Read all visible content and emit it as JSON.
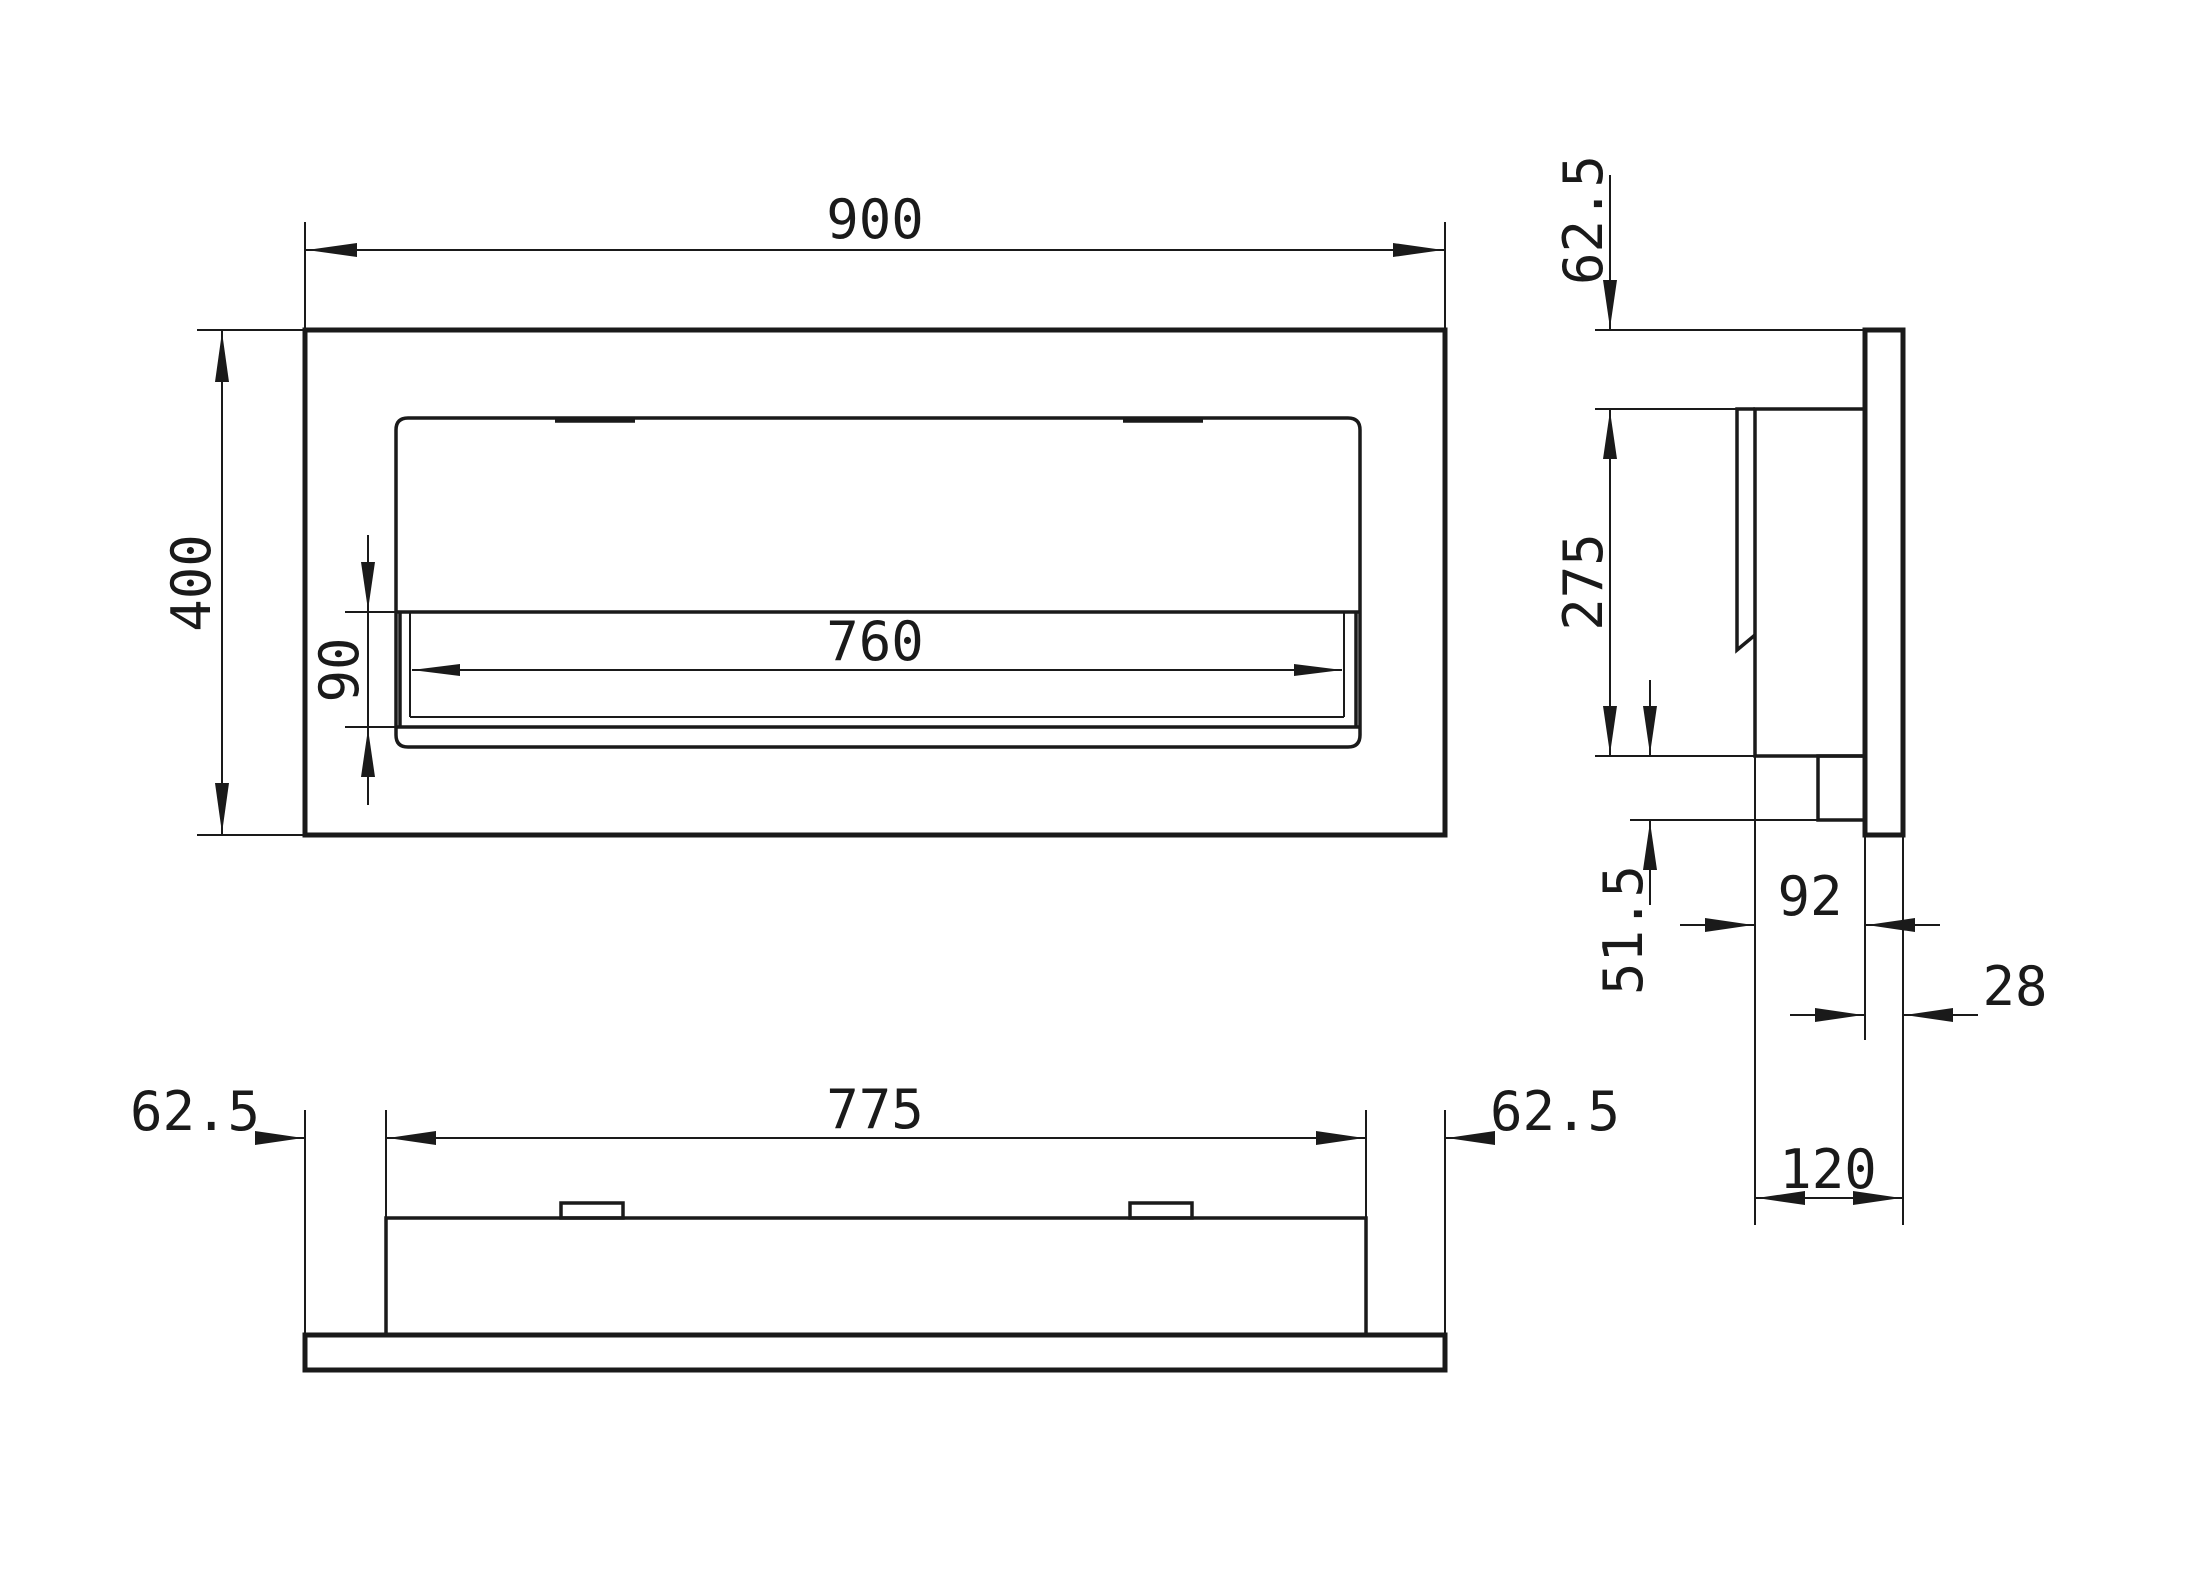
{
  "dimensions": {
    "front_width": "900",
    "front_height": "400",
    "burner_opening_width": "760",
    "burner_opening_height": "90",
    "top_left_margin": "62.5",
    "insert_width": "775",
    "top_right_margin": "62.5",
    "side_top_offset": "62.5",
    "side_insert_height": "275",
    "side_bottom_offset": "51.5",
    "side_insert_depth": "92",
    "side_frame_depth": "28",
    "side_total_depth": "120"
  }
}
